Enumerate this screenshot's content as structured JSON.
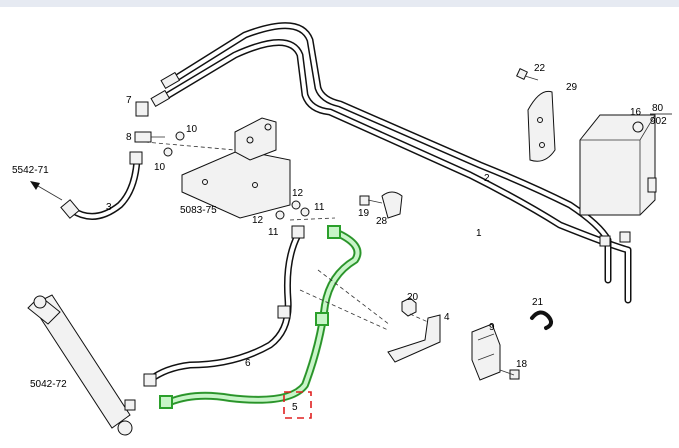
{
  "labels": {
    "p1": "1",
    "p2": "2",
    "p3": "3",
    "p4": "4",
    "p5": "5",
    "p6": "6",
    "p7": "7",
    "p8": "8",
    "p9": "9",
    "p10a": "10",
    "p10b": "10",
    "p11a": "11",
    "p11b": "11",
    "p12a": "12",
    "p12b": "12",
    "p16": "16",
    "p18": "18",
    "p19": "19",
    "p20": "20",
    "p21": "21",
    "p22": "22",
    "p28": "28",
    "p29": "29",
    "frac_top": "80",
    "frac_bottom": "902",
    "ref_5542_71": "5542-71",
    "ref_5083_75": "5083-75",
    "ref_5042_72": "5042-72"
  },
  "selected_part": "5",
  "colors": {
    "highlight": "#2ca02c",
    "selection": "#e02020"
  }
}
